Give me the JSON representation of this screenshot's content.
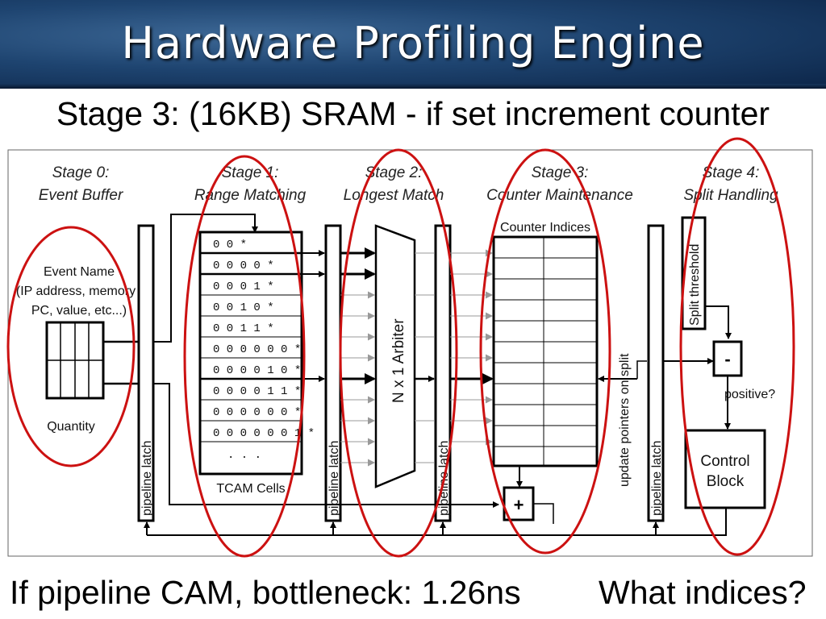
{
  "slide": {
    "title": "Hardware Profiling Engine",
    "subtitle": "Stage 3: (16KB) SRAM - if set increment counter",
    "footer_left": "If pipeline CAM, bottleneck: 1.26ns",
    "footer_right": "What indices?"
  },
  "diagram": {
    "stages": [
      {
        "line1": "Stage 0:",
        "line2": "Event Buffer"
      },
      {
        "line1": "Stage 1:",
        "line2": "Range Matching"
      },
      {
        "line1": "Stage 2:",
        "line2": "Longest Match"
      },
      {
        "line1": "Stage 3:",
        "line2": "Counter Maintenance"
      },
      {
        "line1": "Stage 4:",
        "line2": "Split Handling"
      }
    ],
    "event_name": [
      "Event Name",
      "(IP address, memory",
      "PC, value, etc...)"
    ],
    "quantity": "Quantity",
    "pipeline_latch": "pipeline latch",
    "tcam_rows": [
      "0 0 *",
      "0 0 0 0 *",
      "0 0 0 1 *",
      "0 0 1 0 *",
      "0 0 1 1 *",
      "0 0 0 0 0 0 *",
      "0 0 0 0 1 0 *",
      "0 0 0 0 1 1 *",
      "0 0 0 0 0 0 *",
      "0 0 0 0 0 0 1 *",
      ". . ."
    ],
    "tcam_label": "TCAM Cells",
    "arbiter": "N x 1 Arbiter",
    "counter_indices": "Counter Indices",
    "update_pointers": "update pointers on split",
    "adder": "+",
    "split_threshold": "Split threshold",
    "subtract": "-",
    "positive": "positive?",
    "control_block": [
      "Control",
      "Block"
    ]
  },
  "colors": {
    "banner": "#1e4470",
    "ellipse": "#cc1111"
  }
}
